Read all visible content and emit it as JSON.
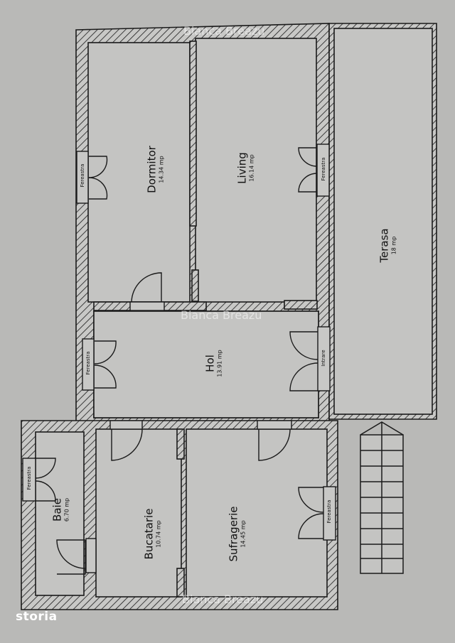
{
  "floorplan": {
    "rooms": [
      {
        "id": "dormitor",
        "name": "Dormitor",
        "area": "14.34 mp"
      },
      {
        "id": "living",
        "name": "Living",
        "area": "16.14 mp"
      },
      {
        "id": "terasa",
        "name": "Terasa",
        "area": "18 mp"
      },
      {
        "id": "hol",
        "name": "Hol",
        "area": "13.91 mp"
      },
      {
        "id": "baie",
        "name": "Baie",
        "area": "6.70 mp"
      },
      {
        "id": "bucatarie",
        "name": "Bucatarie",
        "area": "10.74 mp"
      },
      {
        "id": "sufragerie",
        "name": "Sufragerie",
        "area": "14.45 mp"
      }
    ],
    "openings": {
      "window_label": "Fereastra",
      "entrance_label": "Intrare"
    }
  },
  "watermarks": {
    "agent": "Bianca Breazu",
    "brand": "storia"
  },
  "colors": {
    "background": "#b9b9b7",
    "room_fill": "#c4c4c2",
    "wall_line": "#1a1a1a"
  }
}
